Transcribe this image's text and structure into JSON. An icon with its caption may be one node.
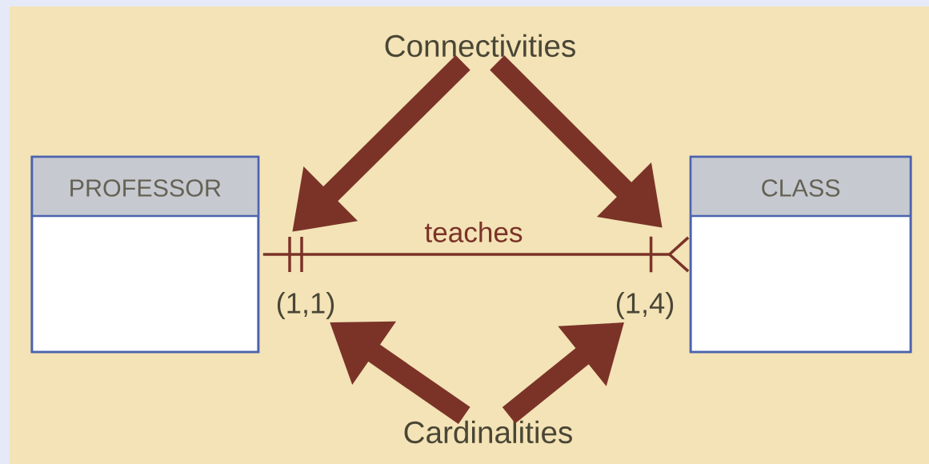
{
  "diagram": {
    "nodes": [
      {
        "text": [
          "Connectivities"
        ]
      },
      {
        "text": [
          "PROFESSOR"
        ]
      },
      {
        "text": [
          "CLASS"
        ]
      },
      {
        "text": [
          "(1,1)"
        ]
      },
      {
        "text": [
          "(1,4)"
        ]
      },
      {
        "text": [
          "Cardinalities"
        ]
      }
    ],
    "edges": [
      {
        "from": 1,
        "to": 2,
        "arrow": "other",
        "label": "teaches"
      },
      {
        "from": 0,
        "to": null,
        "arrow": "to"
      },
      {
        "from": 0,
        "to": null,
        "arrow": "to"
      },
      {
        "from": 5,
        "to": 3,
        "arrow": "to"
      },
      {
        "from": 5,
        "to": 4,
        "arrow": "to"
      }
    ]
  }
}
